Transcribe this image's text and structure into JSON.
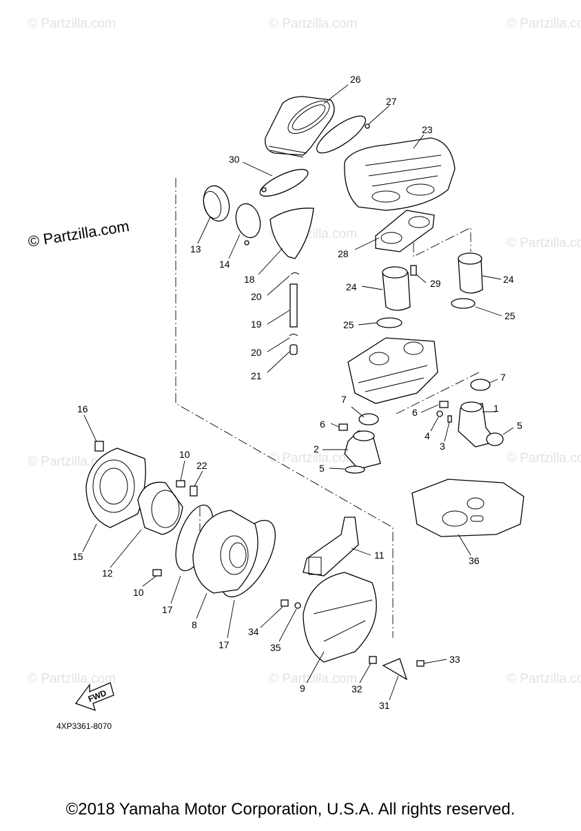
{
  "watermarks": {
    "corner_text": "© Partzilla.com",
    "main_text": "© Partzilla.com"
  },
  "diagram": {
    "part_code": "4XP3361-8070",
    "fwd_label": "FWD",
    "callouts": [
      "26",
      "27",
      "23",
      "30",
      "13",
      "14",
      "18",
      "28",
      "29",
      "24",
      "24",
      "25",
      "20",
      "19",
      "20",
      "21",
      "25",
      "7",
      "7",
      "1",
      "6",
      "6",
      "5",
      "4",
      "3",
      "2",
      "5",
      "16",
      "10",
      "22",
      "15",
      "12",
      "10",
      "17",
      "8",
      "17",
      "11",
      "36",
      "34",
      "35",
      "9",
      "32",
      "31",
      "33"
    ]
  },
  "footer": {
    "copyright": "©2018 Yamaha Motor Corporation, U.S.A. All rights reserved."
  }
}
